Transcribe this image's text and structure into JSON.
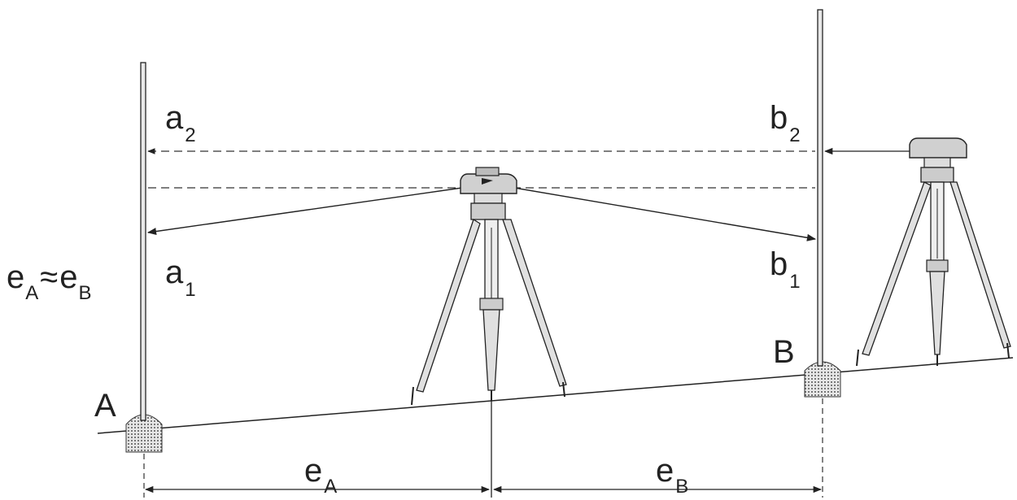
{
  "labels": {
    "point_a": "A",
    "point_b": "B",
    "reading_a2": {
      "main": "a",
      "sub": "2"
    },
    "reading_a1": {
      "main": "a",
      "sub": "1"
    },
    "reading_b2": {
      "main": "b",
      "sub": "2"
    },
    "reading_b1": {
      "main": "b",
      "sub": "1"
    },
    "distance_a": {
      "main": "e",
      "sub": "A"
    },
    "distance_b": {
      "main": "e",
      "sub": "B"
    },
    "relation": {
      "main1": "e",
      "sub1": "A",
      "op": "≈",
      "main2": "e",
      "sub2": "B"
    }
  },
  "colors": {
    "stroke": "#222222",
    "dash": "#333333",
    "fill": "#d9d9d9"
  }
}
